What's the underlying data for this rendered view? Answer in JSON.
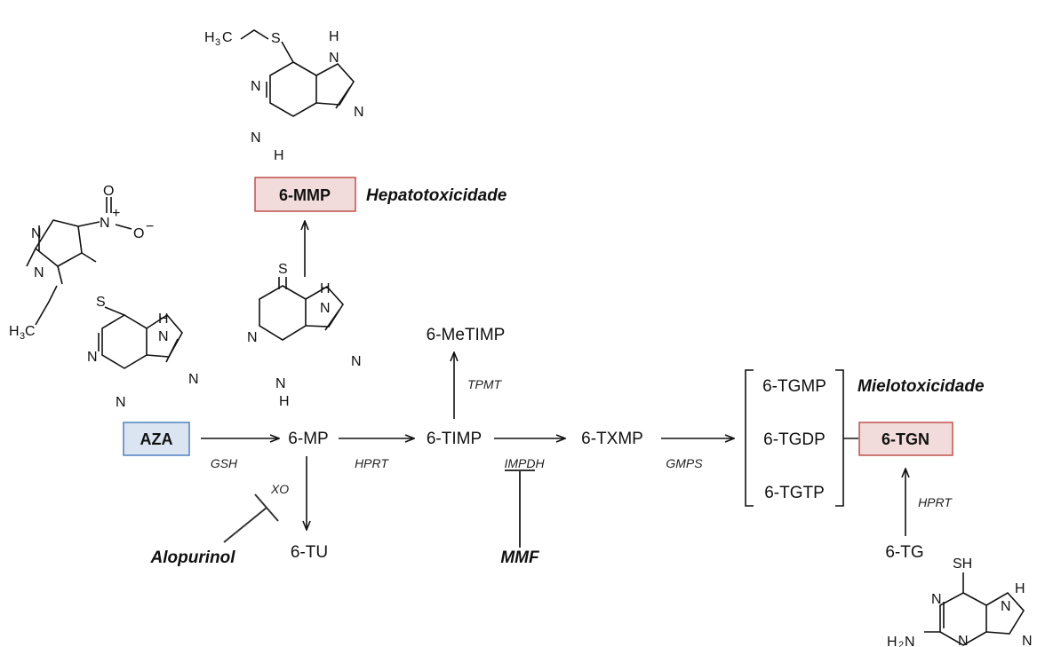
{
  "nodes": {
    "aza": "AZA",
    "mp": "6-MP",
    "tu": "6-TU",
    "timp": "6-TIMP",
    "metimp": "6-MeTIMP",
    "txmp": "6-TXMP",
    "tgmp": "6-TGMP",
    "tgdp": "6-TGDP",
    "tgtp": "6-TGTP",
    "mmp": "6-MMP",
    "tgn": "6-TGN",
    "tg": "6-TG"
  },
  "enzymes": {
    "gsh": "GSH",
    "hprt1": "HPRT",
    "impdh": "IMPDH",
    "gmps": "GMPS",
    "tpmt": "TPMT",
    "xo": "XO",
    "hprt2": "HPRT"
  },
  "inhibitors": {
    "alopurinol": "Alopurinol",
    "mmf": "MMF"
  },
  "toxicity": {
    "hepato": "Hepatotoxicidade",
    "mielo": "Mielotoxicidade"
  },
  "atoms": {
    "N": "N",
    "H": "H",
    "S": "S",
    "O": "O",
    "SH": "SH",
    "methyl_c": "C",
    "methyl_h": "H",
    "sub3": "3",
    "sub2": "2",
    "plus": "+",
    "minus": "−"
  },
  "colors": {
    "aza_fill": "#dbe5f1",
    "aza_stroke": "#4f81bd",
    "red_fill": "#f2dcdb",
    "red_stroke": "#c0504d"
  }
}
